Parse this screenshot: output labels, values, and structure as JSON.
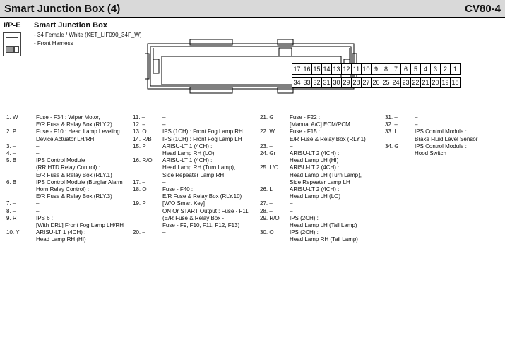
{
  "header": {
    "title": "Smart Junction Box (4)",
    "code": "CV80-4"
  },
  "location": {
    "code": "I/P-E"
  },
  "component": {
    "name": "Smart Junction Box",
    "lines": [
      "- 34 Female / White (KET_LIF090_34F_W)",
      "- Front Harness"
    ]
  },
  "connector": {
    "top_row": [
      "17",
      "16",
      "15",
      "14",
      "13",
      "12",
      "11",
      "10",
      "9",
      "8",
      "7",
      "6",
      "5",
      "4",
      "3",
      "2",
      "1"
    ],
    "bottom_row": [
      "34",
      "33",
      "32",
      "31",
      "30",
      "29",
      "28",
      "27",
      "26",
      "25",
      "24",
      "23",
      "22",
      "21",
      "20",
      "19",
      "18"
    ]
  },
  "pin_columns": [
    [
      {
        "num": "1. W",
        "desc": [
          "Fuse - F34 : Wiper Motor,",
          "E/R Fuse & Relay Box (RLY.2)"
        ]
      },
      {
        "num": "2. P",
        "desc": [
          "Fuse - F10 : Head Lamp Leveling",
          "Device Actuator LH/RH"
        ]
      },
      {
        "num": "3. –",
        "desc": [
          "–"
        ]
      },
      {
        "num": "4. –",
        "desc": [
          "–"
        ]
      },
      {
        "num": "5. B",
        "desc": [
          "IPS Control Module",
          "(RR HTD Relay Control) :",
          "E/R Fuse & Relay Box (RLY.1)"
        ]
      },
      {
        "num": "6. B",
        "desc": [
          "IPS Control Module (Burglar Alarm",
          "Horn Relay Control) :",
          "E/R Fuse & Relay Box (RLY.3)"
        ]
      },
      {
        "num": "7. –",
        "desc": [
          "–"
        ]
      },
      {
        "num": "8. –",
        "desc": [
          "–"
        ]
      },
      {
        "num": "9. R",
        "desc": [
          "IPS 6 :",
          "[With DRL] Front Fog Lamp LH/RH"
        ]
      },
      {
        "num": "10. Y",
        "desc": [
          "ARISU-LT 1 (4CH) :",
          "Head Lamp RH (HI)"
        ]
      }
    ],
    [
      {
        "num": "11. –",
        "desc": [
          "–"
        ]
      },
      {
        "num": "12. –",
        "desc": [
          "–"
        ]
      },
      {
        "num": "13. O",
        "desc": [
          "IPS (1CH) : Front Fog Lamp RH"
        ]
      },
      {
        "num": "14. R/B",
        "desc": [
          "IPS (1CH) : Front Fog Lamp LH"
        ]
      },
      {
        "num": "15. P",
        "desc": [
          "ARISU-LT 1 (4CH) :",
          "Head Lamp RH (LO)"
        ]
      },
      {
        "num": "16. R/O",
        "desc": [
          "ARISU-LT 1 (4CH) :",
          "Head Lamp RH (Turn Lamp),",
          "Side Repeater Lamp RH"
        ]
      },
      {
        "num": "17. –",
        "desc": [
          "–"
        ]
      },
      {
        "num": "18. O",
        "desc": [
          "Fuse - F40 :",
          "E/R Fuse & Relay Box (RLY.10)"
        ]
      },
      {
        "num": "19. P",
        "desc": [
          "[W/O Smart Key]",
          "ON Or START Output : Fuse - F11",
          "(E/R Fuse & Relay Box -",
          "Fuse - F9, F10, F11, F12, F13)"
        ]
      },
      {
        "num": "20. –",
        "desc": [
          "–"
        ]
      }
    ],
    [
      {
        "num": "21. G",
        "desc": [
          "Fuse - F22 :",
          "[Manual A/C] ECM/PCM"
        ]
      },
      {
        "num": "22. W",
        "desc": [
          "Fuse - F15 :",
          "E/R Fuse & Relay Box (RLY.1)"
        ]
      },
      {
        "num": "23. –",
        "desc": [
          "–"
        ]
      },
      {
        "num": "24. Gr",
        "desc": [
          "ARISU-LT 2 (4CH) :",
          "Head Lamp LH (HI)"
        ]
      },
      {
        "num": "25. L/O",
        "desc": [
          "ARISU-LT 2 (4CH) :",
          "Head Lamp LH (Turn Lamp),",
          "Side Repeater Lamp LH"
        ]
      },
      {
        "num": "26. L",
        "desc": [
          "ARISU-LT 2 (4CH) :",
          "Head Lamp LH (LO)"
        ]
      },
      {
        "num": "27. –",
        "desc": [
          "–"
        ]
      },
      {
        "num": "28. –",
        "desc": [
          "–"
        ]
      },
      {
        "num": "29. R/O",
        "desc": [
          "IPS (2CH) :",
          "Head Lamp LH (Tail Lamp)"
        ]
      },
      {
        "num": "30. O",
        "desc": [
          "IPS (2CH) :",
          "Head Lamp RH (Tail Lamp)"
        ]
      }
    ],
    [
      {
        "num": "31. –",
        "desc": [
          "–"
        ]
      },
      {
        "num": "32. –",
        "desc": [
          "–"
        ]
      },
      {
        "num": "33. L",
        "desc": [
          "IPS Control Module :",
          "Brake Fluid Level Sensor"
        ]
      },
      {
        "num": "34. G",
        "desc": [
          "IPS Control Module :",
          "Hood Switch"
        ]
      }
    ]
  ]
}
